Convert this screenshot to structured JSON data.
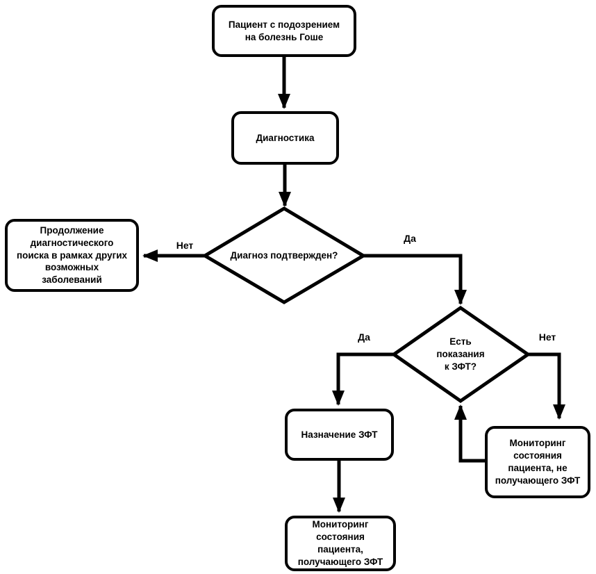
{
  "diagram": {
    "type": "flowchart",
    "language": "ru",
    "colors": {
      "stroke": "#000000",
      "fill": "#ffffff",
      "text": "#000000"
    },
    "nodes": {
      "suspect": {
        "shape": "rounded-rect",
        "label": "Пациент с подозрением\nна болезнь Гоше"
      },
      "diagnostics": {
        "shape": "rounded-rect",
        "label": "Диагностика"
      },
      "confirmed": {
        "shape": "diamond",
        "label": "Диагноз подтвержден?"
      },
      "continue": {
        "shape": "rounded-rect",
        "label": "Продолжение\nдиагностического\nпоиска в рамках других\nвозможных\nзаболеваний"
      },
      "indications": {
        "shape": "diamond",
        "label": "Есть\nпоказания\nк ЗФТ?"
      },
      "ert": {
        "shape": "rounded-rect",
        "label": "Назначение ЗФТ"
      },
      "mon_ert": {
        "shape": "rounded-rect",
        "label": "Мониторинг\nсостояния\nпациента,\nполучающего ЗФТ"
      },
      "mon_no_ert": {
        "shape": "rounded-rect",
        "label": "Мониторинг\nсостояния\nпациента, не\nполучающего ЗФТ"
      }
    },
    "edges": [
      {
        "from": "suspect",
        "to": "diagnostics",
        "label": ""
      },
      {
        "from": "diagnostics",
        "to": "confirmed",
        "label": ""
      },
      {
        "from": "confirmed",
        "to": "continue",
        "label": "Нет"
      },
      {
        "from": "confirmed",
        "to": "indications",
        "label": "Да"
      },
      {
        "from": "indications",
        "to": "ert",
        "label": "Да"
      },
      {
        "from": "indications",
        "to": "mon_no_ert",
        "label": "Нет"
      },
      {
        "from": "ert",
        "to": "mon_ert",
        "label": ""
      },
      {
        "from": "mon_no_ert",
        "to": "indications",
        "label": ""
      }
    ],
    "edge_labels": {
      "confirmed_no": "Нет",
      "confirmed_yes": "Да",
      "indications_yes": "Да",
      "indications_no": "Нет"
    }
  }
}
